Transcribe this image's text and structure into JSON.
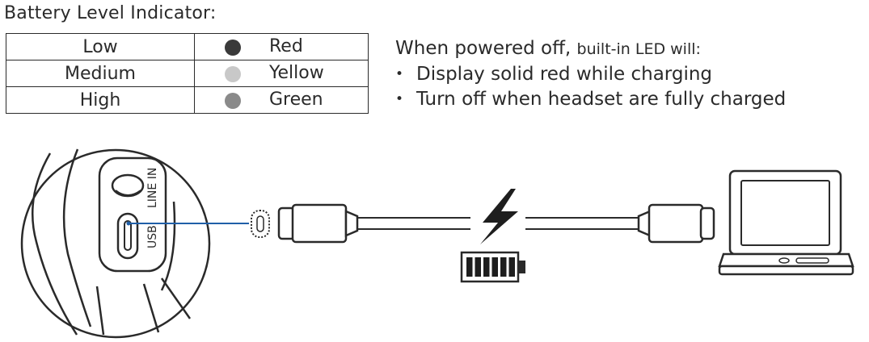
{
  "title": "Battery Level Indicator:",
  "levels": [
    {
      "level": "Low",
      "color_name": "Red",
      "swatch": "#3a3a3a"
    },
    {
      "level": "Medium",
      "color_name": "Yellow",
      "swatch": "#c8c8c8"
    },
    {
      "level": "High",
      "color_name": "Green",
      "swatch": "#8a8a8a"
    }
  ],
  "notes": {
    "intro_main": "When powered off,",
    "intro_small": "built-in LED will:",
    "bullets": [
      "Display solid red while charging",
      "Turn off when headset are fully charged"
    ]
  },
  "ports": {
    "line_in": "LINE IN",
    "usb": "USB"
  },
  "icons": {
    "charging": "lightning-bolt-icon",
    "battery": "battery-full-icon",
    "laptop": "laptop-icon"
  },
  "battery_fill_fraction": 1.0
}
